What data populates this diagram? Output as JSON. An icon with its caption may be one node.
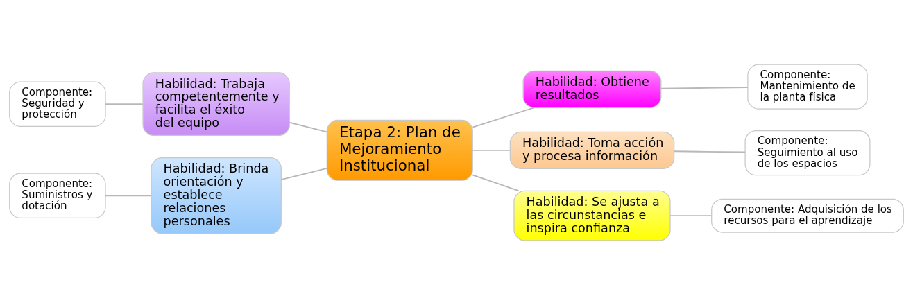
{
  "diagram": {
    "nodes": [
      {
        "text": [
          "Componente: Seguridad y protección"
        ]
      },
      {
        "text": [
          "Habilidad: Trabaja competentemente y facilita el éxito del equipo"
        ]
      },
      {
        "text": [
          "Habilidad: Obtiene resultados"
        ]
      },
      {
        "text": [
          "Componente: Mantenimiento de la planta física"
        ]
      },
      {
        "text": [
          "Etapa 2: Plan de Mejoramiento Institucional"
        ]
      },
      {
        "text": [
          "Habilidad: Toma acción y procesa información"
        ]
      },
      {
        "text": [
          "Componente: Seguimiento al uso de los espacios"
        ]
      },
      {
        "text": [
          "Componente: Suministros y dotación"
        ]
      },
      {
        "text": [
          "Habilidad: Brinda orientación y establece relaciones personales"
        ]
      },
      {
        "text": [
          "Habilidad: Se ajusta a las circunstancias e inspira confianza"
        ]
      },
      {
        "text": [
          "Componente: Adquisición de los recursos para el aprendizaje"
        ]
      }
    ],
    "edges": [
      {
        "from": 4,
        "to": 1,
        "arrow": "none"
      },
      {
        "from": 4,
        "to": 2,
        "arrow": "none"
      },
      {
        "from": 4,
        "to": 5,
        "arrow": "none"
      },
      {
        "from": 4,
        "to": 8,
        "arrow": "none"
      },
      {
        "from": 4,
        "to": 9,
        "arrow": "none"
      },
      {
        "from": 1,
        "to": 0,
        "arrow": "none"
      },
      {
        "from": 2,
        "to": 3,
        "arrow": "none"
      },
      {
        "from": 5,
        "to": 6,
        "arrow": "none"
      },
      {
        "from": 8,
        "to": 7,
        "arrow": "none"
      },
      {
        "from": 9,
        "to": 10,
        "arrow": "none"
      }
    ]
  }
}
